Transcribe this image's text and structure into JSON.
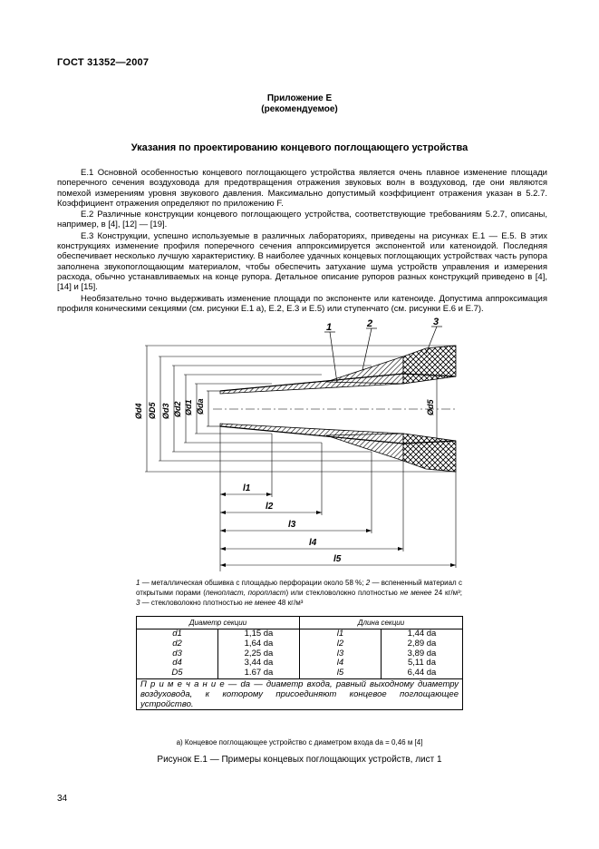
{
  "header": {
    "standard": "ГОСТ 31352—2007"
  },
  "appendix": {
    "title": "Приложение Е",
    "subtitle": "(рекомендуемое)",
    "heading": "Указания по проектированию концевого поглощающего устройства"
  },
  "paragraphs": [
    "Е.1 Основной особенностью концевого поглощающего устройства является очень плавное изменение площади поперечного сечения воздуховода для предотвращения отражения звуковых волн в воздуховод, где они являются помехой измерениям уровня звукового давления. Максимально допустимый коэффициент отражения указан в 5.2.7. Коэффициент отражения определяют по приложению F.",
    "Е.2 Различные конструкции концевого поглощающего устройства, соответствующие требованиям 5.2.7, описаны, например, в [4], [12] — [19].",
    "Е.3 Конструкции, успешно используемые в различных лабораториях, приведены на рисунках Е.1 — Е.5. В этих конструкциях изменение профиля поперечного сечения аппроксимируется экспонентой или катеноидой. Последняя обеспечивает несколько лучшую характеристику. В наиболее удачных концевых поглощающих устройствах часть рупора заполнена звукопоглощающим материалом, чтобы обеспечить затухание шума устройств управления и измерения расхода, обычно устанавливаемых на конце рупора. Детальное описание рупоров разных конструкций приведено в [4], [14] и [15].",
    "Необязательно точно выдерживать изменение площади по экспоненте или катеноиде. Допустима аппроксимация профиля коническими секциями (см. рисунки Е.1 а), Е.2, Е.3 и Е.5) или ступенчато (см. рисунки Е.6 и Е.7)."
  ],
  "figure": {
    "callouts": [
      "1",
      "2",
      "3"
    ],
    "diameter_labels": [
      "Ød4",
      "ØD5",
      "Ød3",
      "Ød2",
      "Ød1",
      "Øda",
      "Ød5"
    ],
    "length_labels": [
      "l1",
      "l2",
      "l3",
      "l4",
      "l5"
    ],
    "legend": {
      "l1_num": "1",
      "l1_text": " — металлическая обшивка с площадью перфорации около 58 %;",
      "l2_num": "2",
      "l2_text": " — вспененный материал с открытыми порами (",
      "l2_it": "пенопласт, поропласт",
      "l2_text2": ") или стекловолокно плотностью ",
      "l2_it2": "не менее",
      "l2_text3": " 24 кг/м³;",
      "l3_num": "3",
      "l3_text": " — стекловолокно плотностью ",
      "l3_it": "не менее",
      "l3_text2": " 48 кг/м³"
    }
  },
  "table": {
    "header_left": "Диаметр секции",
    "header_right": "Длина секции",
    "diam_symbols": [
      "d1",
      "d2",
      "d3",
      "d4",
      "D5"
    ],
    "diam_values": [
      "1,15 da",
      "1,64 da",
      "2,25 da",
      "3,44 da",
      "1.67 da"
    ],
    "len_symbols": [
      "l1",
      "l2",
      "l3",
      "l4",
      "l5"
    ],
    "len_values": [
      "1,44 da",
      "2,89 da",
      "3,89 da",
      "5,11 da",
      "6,44 da"
    ],
    "note": "П р и м е ч а н и е — da — диаметр входа, равный выходному диаметру воздуховода, к которому присоединяют концевое поглощающее устройство."
  },
  "sub_caption": "а) Концевое поглощающее устройство с диаметром входа da = 0,46 м [4]",
  "figure_title": "Рисунок Е.1 — Примеры концевых поглощающих устройств, лист 1",
  "page_number": "34"
}
